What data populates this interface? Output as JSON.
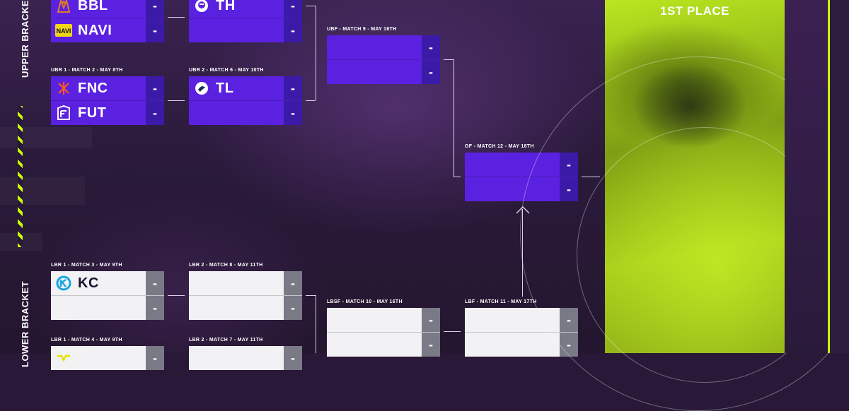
{
  "side_labels": {
    "upper": "UPPER BRACKET",
    "lower": "LOWER BRACKET"
  },
  "prize": {
    "title": "1ST PLACE"
  },
  "matches": {
    "ub_top_left": {
      "label": "",
      "teams": [
        {
          "name": "BBL",
          "logo": "bbl-logo-icon",
          "score": "-"
        },
        {
          "name": "NAVI",
          "logo": "navi-logo-icon",
          "score": "-"
        }
      ]
    },
    "ub_top_mid": {
      "label": "",
      "teams": [
        {
          "name": "TH",
          "logo": "th-logo-icon",
          "score": "-"
        },
        {
          "name": "",
          "score": "-"
        }
      ]
    },
    "ubr1_m2": {
      "label": "UBR 1 - MATCH 2 - MAY 8TH",
      "teams": [
        {
          "name": "FNC",
          "logo": "fnc-logo-icon",
          "score": "-"
        },
        {
          "name": "FUT",
          "logo": "fut-logo-icon",
          "score": "-"
        }
      ]
    },
    "ubr2_m6": {
      "label": "UBR 2 - MATCH 6 - MAY 10TH",
      "teams": [
        {
          "name": "TL",
          "logo": "tl-logo-icon",
          "score": "-"
        },
        {
          "name": "",
          "score": "-"
        }
      ]
    },
    "ubf_m9": {
      "label": "UBF - MATCH 9 - MAY 16TH",
      "teams": [
        {
          "name": "",
          "score": "-"
        },
        {
          "name": "",
          "score": "-"
        }
      ]
    },
    "gf_m12": {
      "label": "GF - MATCH 12 - MAY 18TH",
      "teams": [
        {
          "name": "",
          "score": "-"
        },
        {
          "name": "",
          "score": "-"
        }
      ]
    },
    "lbr1_m3": {
      "label": "LBR 1 - MATCH 3 - MAY 9TH",
      "teams": [
        {
          "name": "KC",
          "logo": "kc-logo-icon",
          "score": "-"
        },
        {
          "name": "",
          "score": "-"
        }
      ]
    },
    "lbr2_m8": {
      "label": "LBR 2 - MATCH 8 - MAY 11TH",
      "teams": [
        {
          "name": "",
          "score": "-"
        },
        {
          "name": "",
          "score": "-"
        }
      ]
    },
    "lbsf_m10": {
      "label": "LBSF - MATCH 10 - MAY 16TH",
      "teams": [
        {
          "name": "",
          "score": "-"
        },
        {
          "name": "",
          "score": "-"
        }
      ]
    },
    "lbf_m11": {
      "label": "LBF - MATCH 11 - MAY 17TH",
      "teams": [
        {
          "name": "",
          "score": "-"
        },
        {
          "name": "",
          "score": "-"
        }
      ]
    },
    "lbr1_m4": {
      "label": "LBR 1 - MATCH 4 - MAY 9TH",
      "teams": [
        {
          "name": "",
          "score": "-"
        }
      ]
    },
    "lbr2_m7": {
      "label": "LBR 2 - MATCH 7 - MAY 11TH",
      "teams": [
        {
          "name": "",
          "score": "-"
        }
      ]
    }
  },
  "colors": {
    "accent": "#c9ff00",
    "match_purple": "#5b21e0",
    "score_purple": "#3b1aa8",
    "lower_bg": "#f2f2f4",
    "lower_score": "#7a7a86"
  }
}
